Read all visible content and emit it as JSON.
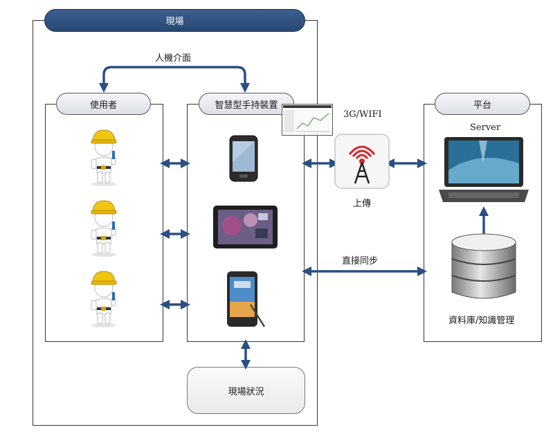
{
  "site": {
    "title": "現場",
    "status_card": "現場狀況"
  },
  "hmi_label": "人機介面",
  "user_panel": {
    "title": "使用者"
  },
  "device_panel": {
    "title": "智慧型手持裝置"
  },
  "platform_panel": {
    "title": "平台",
    "server_label": "Server",
    "db_label": "資料庫/知識管理"
  },
  "network": {
    "label": "3G/WIFI",
    "upload_label": "上傳",
    "sync_label": "直接同步"
  },
  "colors": {
    "arrow": "#2a4f82",
    "header": "#2d4f7c",
    "signal_red": "#d9232d"
  }
}
